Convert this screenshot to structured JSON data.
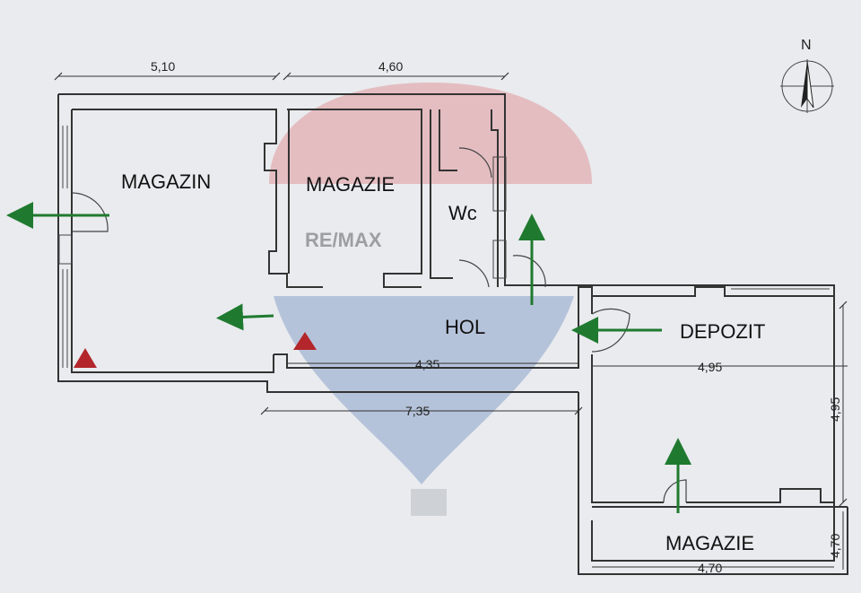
{
  "watermark": {
    "text": "RE/MAX",
    "colors": {
      "red": "#d9474f",
      "blue": "#2f5da8"
    }
  },
  "compass": {
    "label": "N"
  },
  "rooms": {
    "magazin": "MAGAZIN",
    "magazie_top": "MAGAZIE",
    "wc": "Wc",
    "hol": "HOL",
    "depozit": "DEPOZIT",
    "magazie_bottom": "MAGAZIE"
  },
  "dimensions": {
    "top_left": "5,10",
    "top_right": "4,60",
    "hol_width": "4,35",
    "total_width": "7,35",
    "depozit_width": "4,95",
    "depozit_height": "4,95",
    "magazie_width": "4,70",
    "magazie_height": "4,70"
  },
  "colors": {
    "arrow": "#1f7a2f",
    "marker": "#b3262b",
    "wall": "#333333"
  },
  "icons": {
    "exit_arrows": [
      "exit-arrow-icon"
    ],
    "markers": [
      "warning-triangle-icon"
    ]
  }
}
